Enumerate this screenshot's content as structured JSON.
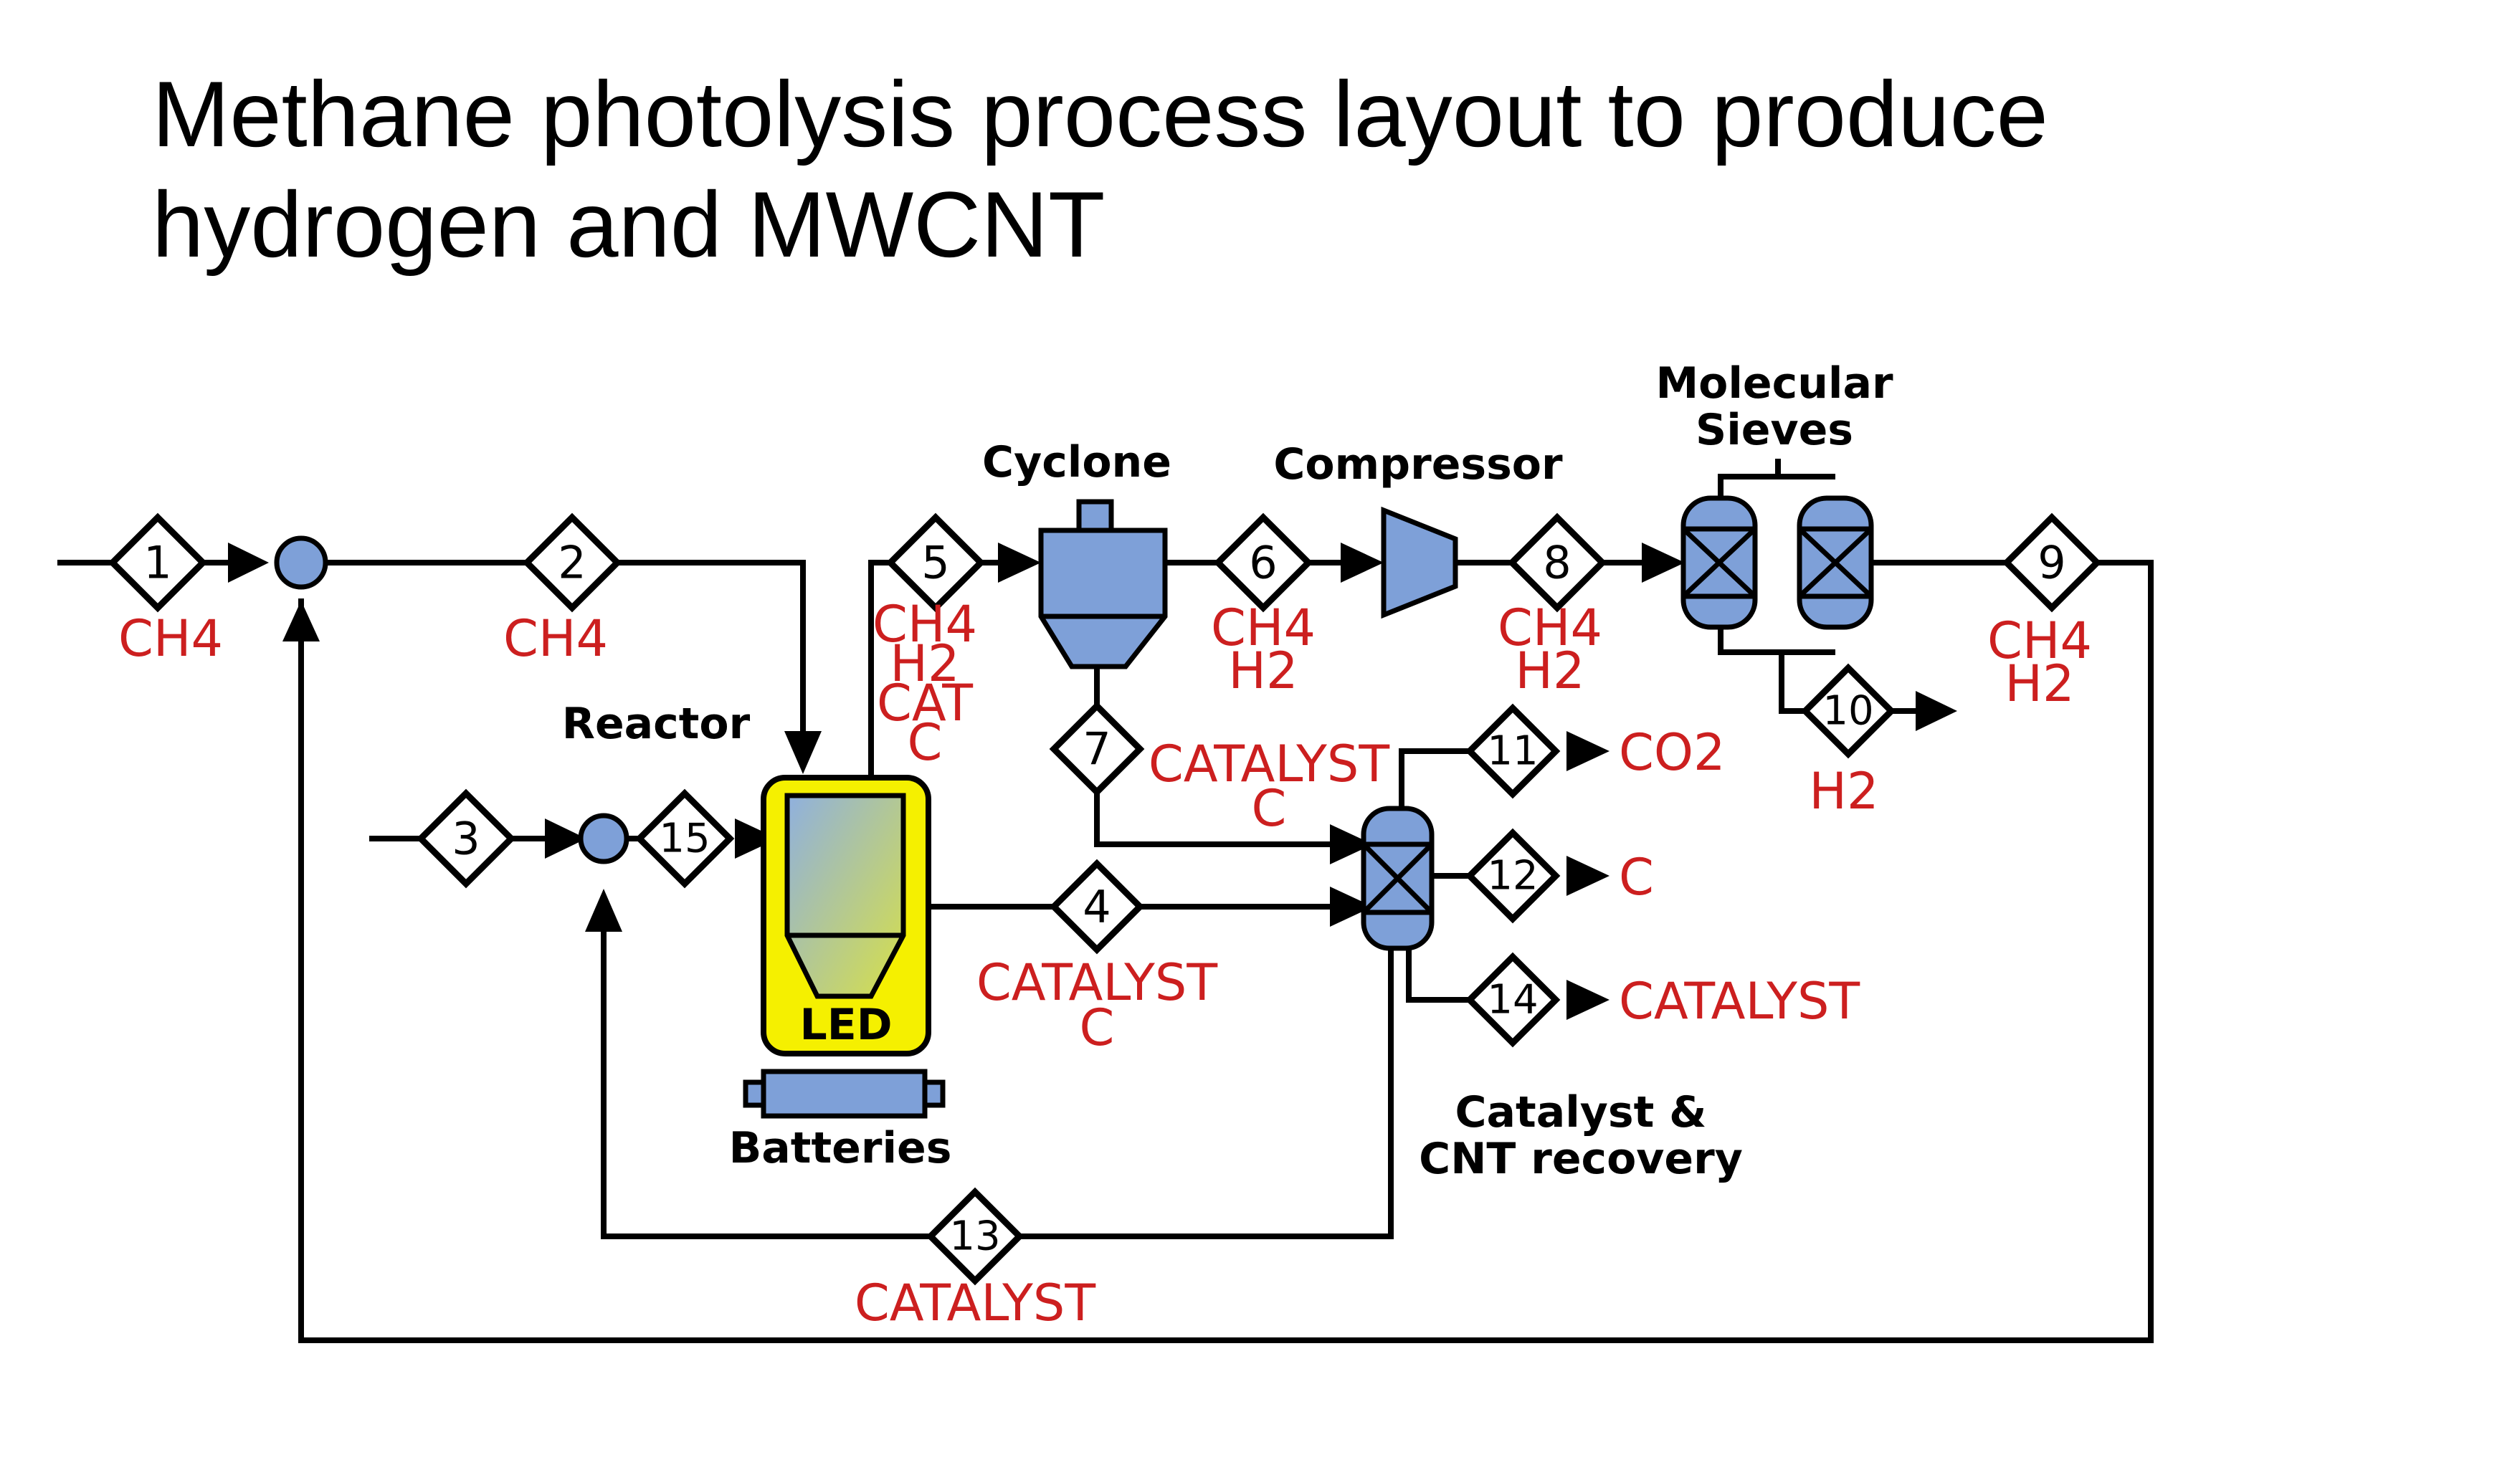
{
  "title": "Methane photolysis process layout to produce hydrogen and MWCNT",
  "colors": {
    "stream_label": "#cc1f1f",
    "equipment_fill": "#7ea0d8",
    "reactor_housing": "#f5f000",
    "line": "#000000"
  },
  "equipment": {
    "reactor": "Reactor",
    "led": "LED",
    "batteries": "Batteries",
    "cyclone": "Cyclone",
    "compressor": "Compressor",
    "sieves": [
      "Molecular",
      "Sieves"
    ],
    "recovery": [
      "Catalyst &",
      "CNT recovery"
    ]
  },
  "streams": {
    "s1": {
      "num": "1",
      "label": [
        "CH4"
      ]
    },
    "s2": {
      "num": "2",
      "label": [
        "CH4"
      ]
    },
    "s3": {
      "num": "3",
      "label": []
    },
    "s4": {
      "num": "4",
      "label": [
        "CATALYST",
        "C"
      ]
    },
    "s5": {
      "num": "5",
      "label": [
        "CH4",
        "H2",
        "CAT",
        "C"
      ]
    },
    "s6": {
      "num": "6",
      "label": [
        "CH4",
        "H2"
      ]
    },
    "s7": {
      "num": "7",
      "label": [
        "CATALYST",
        "C"
      ]
    },
    "s8": {
      "num": "8",
      "label": [
        "CH4",
        "H2"
      ]
    },
    "s9": {
      "num": "9",
      "label": [
        "CH4",
        "H2"
      ]
    },
    "s10": {
      "num": "10",
      "label": [
        "H2"
      ]
    },
    "s11": {
      "num": "11",
      "label": [
        "CO2"
      ]
    },
    "s12": {
      "num": "12",
      "label": [
        "C"
      ]
    },
    "s13": {
      "num": "13",
      "label": [
        "CATALYST"
      ]
    },
    "s14": {
      "num": "14",
      "label": [
        "CATALYST"
      ]
    },
    "s15": {
      "num": "15",
      "label": []
    }
  }
}
